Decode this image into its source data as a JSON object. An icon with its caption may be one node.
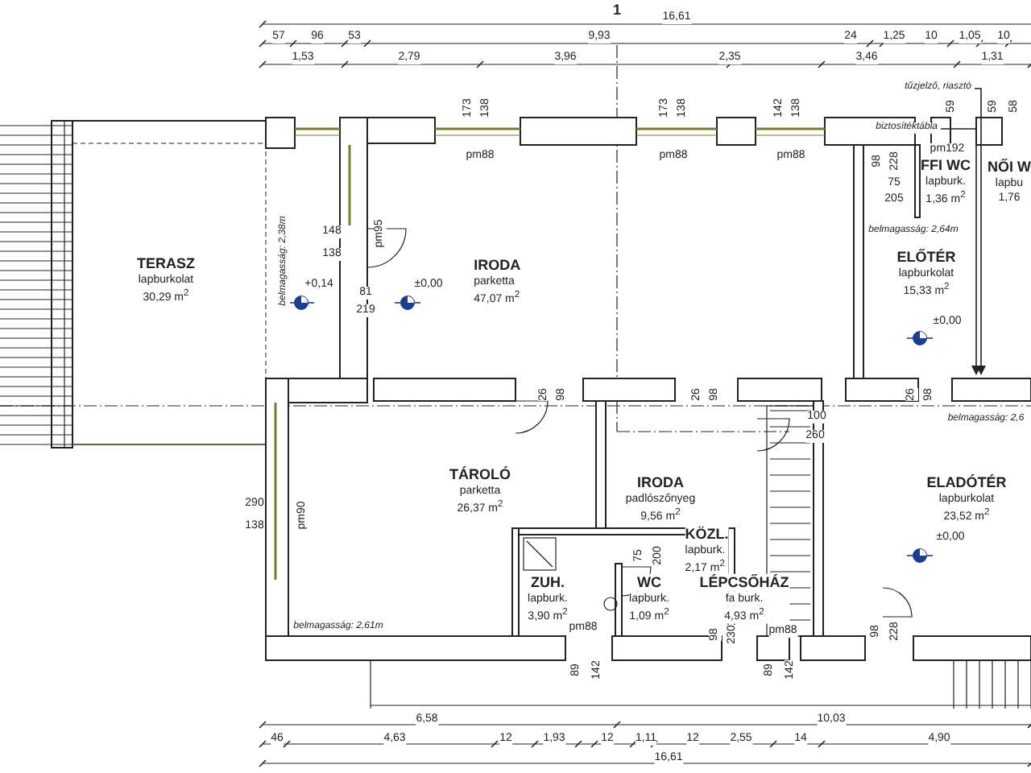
{
  "diagram": {
    "nodes": [
      {
        "text": [
          "TERASZ",
          "lapburkolat",
          "30,29 m$^{2}$"
        ]
      },
      {
        "text": [
          "IRODA",
          "parketta",
          "47,07 m$^{2}$"
        ]
      },
      {
        "text": [
          "ELŐTÉR",
          "lapburkolat",
          "15,33 m$^{2}$"
        ]
      },
      {
        "text": [
          "FFI WC",
          "lapburk.",
          "1,36 m$^{2}$"
        ]
      },
      {
        "text": [
          "NŐI W",
          "lapbu",
          "1,76"
        ]
      },
      {
        "text": [
          "TÁROLÓ",
          "parketta",
          "26,37 m$^{2}$"
        ]
      },
      {
        "text": [
          "IRODA",
          "padlószőnyeg",
          "9,56 m$^{2}$"
        ]
      },
      {
        "text": [
          "ELADÓTÉR",
          "lapburkolat",
          "23,52 m$^{2}$"
        ]
      },
      {
        "text": [
          "KÖZL.",
          "lapburk.",
          "2,17 m$^{2}$"
        ]
      },
      {
        "text": [
          "ZUH.",
          "lapburk.",
          "3,90 m$^{2}$"
        ]
      },
      {
        "text": [
          "WC",
          "lapburk.",
          "1,09 m$^{2}$"
        ]
      },
      {
        "text": [
          "LÉPCSŐHÁZ",
          "fa burk.",
          "4,93 m$^{2}$"
        ]
      },
      {
        "text": [
          "tűzjelző, riasztó"
        ]
      },
      {
        "text": [
          "biztosítéktábla"
        ]
      }
    ],
    "edges": [
      {
        "from": 12,
        "to": null,
        "arrow": "to"
      },
      {
        "from": 13,
        "to": null,
        "arrow": "to"
      }
    ],
    "labels": [
      "16,61",
      "1",
      "57",
      "96",
      "53",
      "9,93",
      "24",
      "1,25",
      "10",
      "1,05",
      "10",
      "1,53",
      "2,79",
      "3,96",
      "2,35",
      "3,46",
      "1,31",
      "173",
      "138",
      "pm88",
      "173",
      "138",
      "pm88",
      "142",
      "138",
      "pm88",
      "98",
      "228",
      "59",
      "59",
      "58",
      "pm192",
      "75",
      "205",
      "belmagasság: 2,64m",
      "belmagasság: 2,38m",
      "148",
      "138",
      "pm95",
      "+0,14",
      "81",
      "219",
      "±0,00",
      "26",
      "98",
      "26",
      "98",
      "26",
      "98",
      "100",
      "260",
      "±0,00",
      "belmagasság: 2,6",
      "290",
      "138",
      "pm90",
      "belmagasság: 2,61m",
      "75",
      "200",
      "pm88",
      "98",
      "230",
      "pm88",
      "98",
      "228",
      "±0,00",
      "89",
      "142",
      "89",
      "142",
      "6,58",
      "10,03",
      "46",
      "4,63",
      "12",
      "1,93",
      "12",
      "1,11",
      "12",
      "2,55",
      "14",
      "4,90",
      "16,61"
    ]
  }
}
